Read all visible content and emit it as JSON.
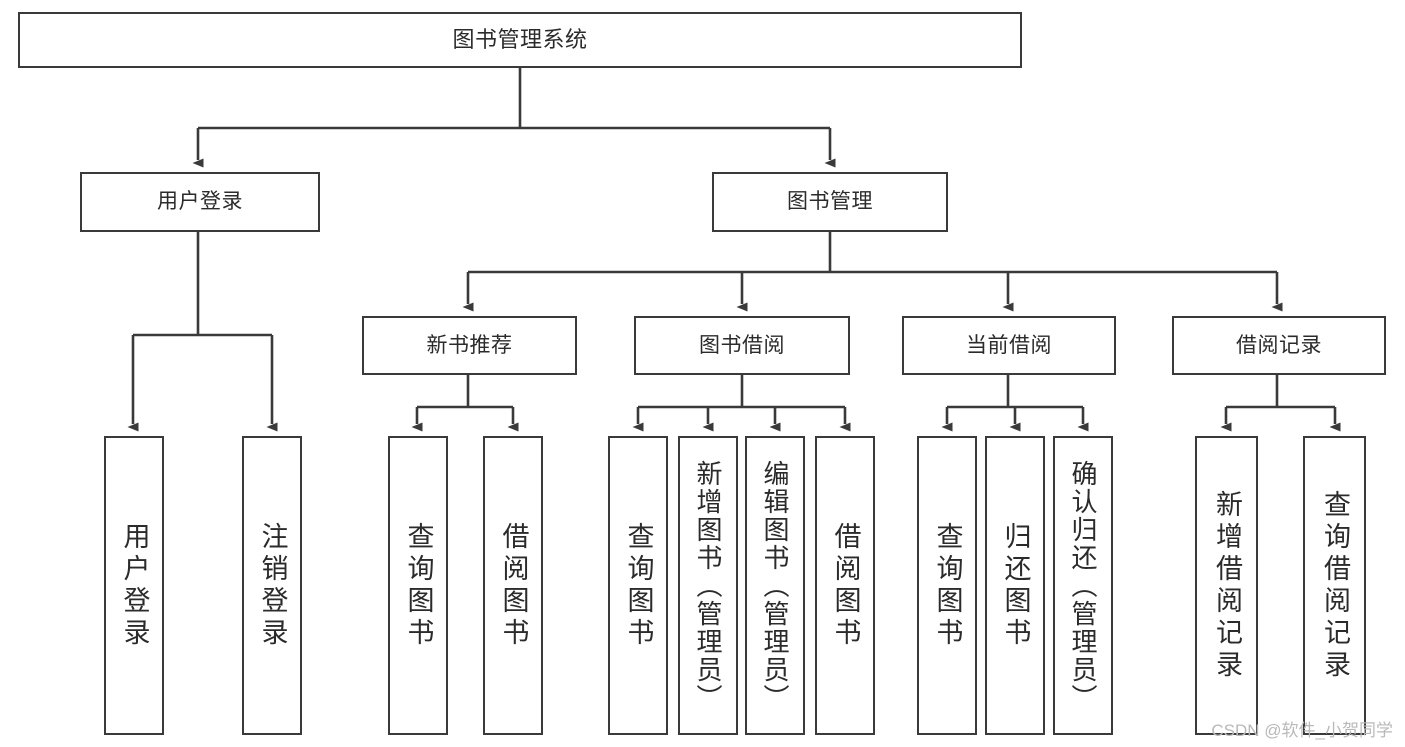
{
  "diagram": {
    "title": "图书管理系统",
    "type": "hierarchy-tree",
    "watermark": "CSDN @软件_小贺同学",
    "colors": {
      "box_border": "#3a3a3a",
      "box_fill": "#ffffff",
      "connector": "#3a3a3a",
      "text": "#2b2b2b",
      "watermark": "#b9b9b9"
    },
    "root": {
      "label": "图书管理系统"
    },
    "level2": [
      {
        "label": "用户登录"
      },
      {
        "label": "图书管理"
      }
    ],
    "level3": [
      {
        "label": "新书推荐"
      },
      {
        "label": "图书借阅"
      },
      {
        "label": "当前借阅"
      },
      {
        "label": "借阅记录"
      }
    ],
    "leaves": [
      {
        "label": "用户登录",
        "parent": "用户登录"
      },
      {
        "label": "注销登录",
        "parent": "用户登录"
      },
      {
        "label": "查询图书",
        "parent": "新书推荐"
      },
      {
        "label": "借阅图书",
        "parent": "新书推荐"
      },
      {
        "label": "查询图书",
        "parent": "图书借阅"
      },
      {
        "label": "新增图书（管理员）",
        "parent": "图书借阅"
      },
      {
        "label": "编辑图书（管理员）",
        "parent": "图书借阅"
      },
      {
        "label": "借阅图书",
        "parent": "图书借阅"
      },
      {
        "label": "查询图书",
        "parent": "当前借阅"
      },
      {
        "label": "归还图书",
        "parent": "当前借阅"
      },
      {
        "label": "确认归还（管理员）",
        "parent": "当前借阅"
      },
      {
        "label": "新增借阅记录",
        "parent": "借阅记录"
      },
      {
        "label": "查询借阅记录",
        "parent": "借阅记录"
      }
    ]
  }
}
